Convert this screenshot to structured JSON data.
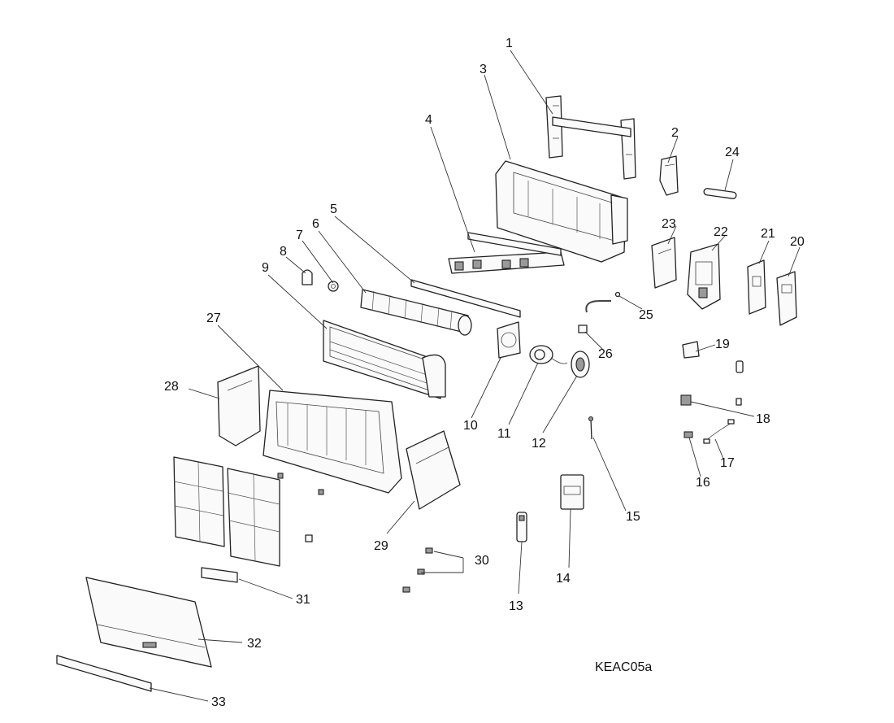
{
  "diagram": {
    "code": "KEAC05a",
    "callouts": [
      "1",
      "2",
      "3",
      "4",
      "5",
      "6",
      "7",
      "8",
      "9",
      "10",
      "11",
      "12",
      "13",
      "14",
      "15",
      "16",
      "17",
      "18",
      "19",
      "20",
      "21",
      "22",
      "23",
      "24",
      "25",
      "26",
      "27",
      "28",
      "29",
      "30",
      "31",
      "32",
      "33"
    ]
  }
}
